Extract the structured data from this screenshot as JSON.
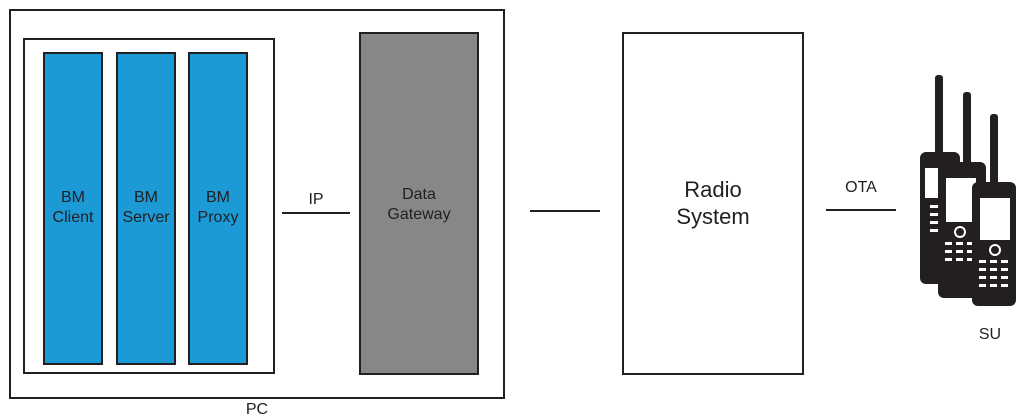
{
  "diagram": {
    "pc_label": "PC",
    "bm_client": {
      "line1": "BM",
      "line2": "Client"
    },
    "bm_server": {
      "line1": "BM",
      "line2": "Server"
    },
    "bm_proxy": {
      "line1": "BM",
      "line2": "Proxy"
    },
    "ip_label": "IP",
    "data_gateway": {
      "line1": "Data",
      "line2": "Gateway"
    },
    "radio_system": {
      "line1": "Radio",
      "line2": "System"
    },
    "ota_label": "OTA",
    "su_label": "SU",
    "colors": {
      "bm_blue": "#1b9ad6",
      "gateway_gray": "#878787",
      "stroke": "#231f20"
    },
    "icons": [
      "radio-handset-icon",
      "radio-handset-icon",
      "radio-handset-icon"
    ]
  }
}
